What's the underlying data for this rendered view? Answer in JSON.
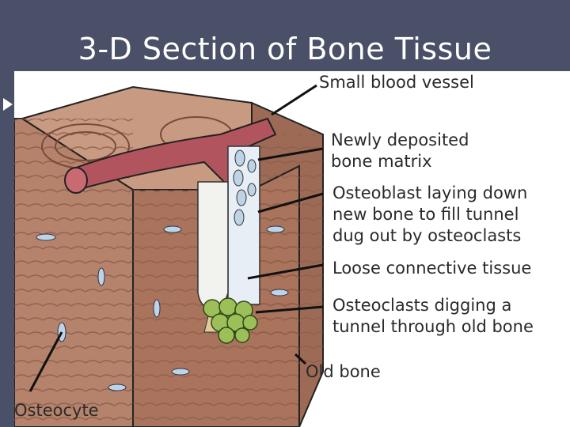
{
  "slide": {
    "title": "3-D Section of Bone Tissue",
    "background_color": "#4a5068",
    "bullet_icon": "triangle-bullet-icon"
  },
  "diagram": {
    "labels": {
      "small_blood_vessel": "Small blood vessel",
      "newly_deposited_line1": "Newly deposited",
      "newly_deposited_line2": "bone matrix",
      "osteoblast_line1": "Osteoblast laying down",
      "osteoblast_line2": "new bone to fill tunnel",
      "osteoblast_line3": "dug out by osteoclasts",
      "loose_connective": "Loose connective tissue",
      "osteoclasts_line1": "Osteoclasts digging a",
      "osteoclasts_line2": "tunnel through old bone",
      "old_bone": "Old bone",
      "osteocyte": "Osteocyte"
    },
    "colors": {
      "bone": "#b5826b",
      "bone_dark": "#8a5a48",
      "vessel": "#b2545e",
      "osteoclast": "#9cbf58",
      "osteocyte": "#bcd4e6"
    }
  }
}
